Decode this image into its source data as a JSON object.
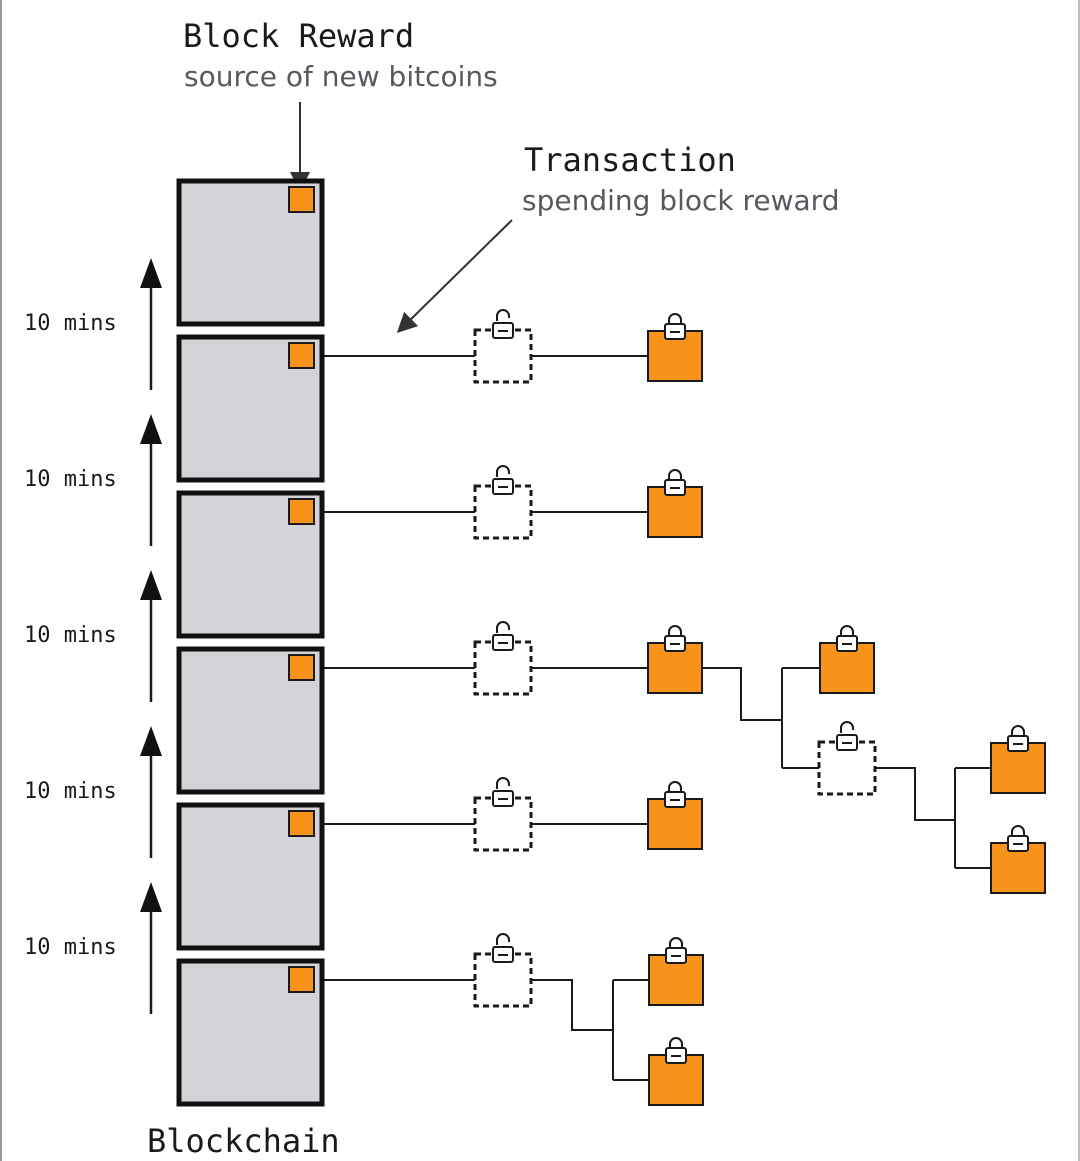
{
  "block_reward": {
    "title": "Block Reward",
    "subtitle": "source of new bitcoins"
  },
  "transaction": {
    "title": "Transaction",
    "subtitle": "spending block reward"
  },
  "blockchain_label": "Blockchain",
  "time_labels": [
    "10 mins",
    "10 mins",
    "10 mins",
    "10 mins",
    "10 mins"
  ],
  "blocks_count": 6,
  "colors": {
    "output": "#f7931a",
    "block_fill": "#d3d3d8",
    "block_stroke": "#111111",
    "subtitle": "#555a5f"
  },
  "icons": {
    "spent_output": "unlocked-padlock-icon",
    "unspent_output": "locked-padlock-icon"
  }
}
